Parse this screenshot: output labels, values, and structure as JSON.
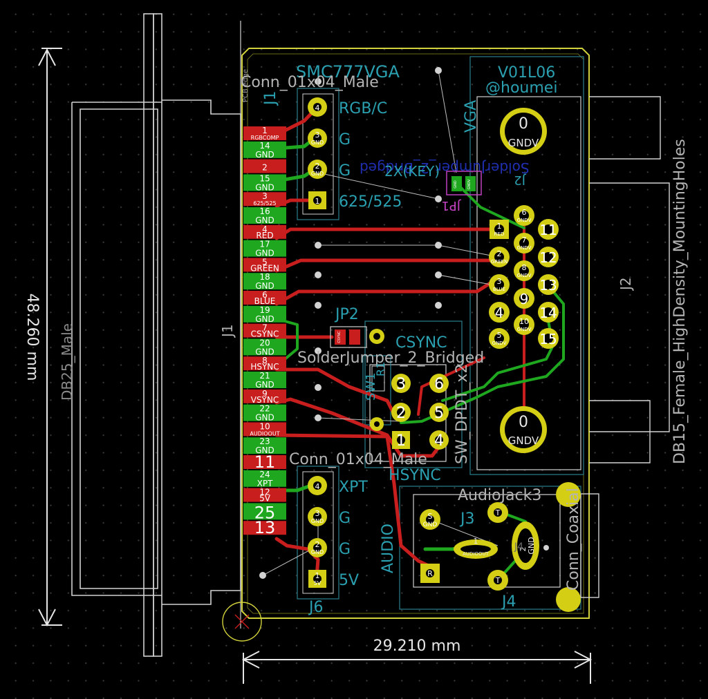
{
  "colors": {
    "background": "#000000",
    "edge_cuts": "#d2d23a",
    "copper_top": "#c81e1e",
    "copper_bottom": "#1fa81f",
    "courtyard": "#d2d2d2",
    "silk": "#2aa0b0",
    "pad": "#d4cf14",
    "pad_hole": "#000000",
    "jumper_label": "#c040c0",
    "ref_gray": "#b4b4b4",
    "dim": "#e6e6e6"
  },
  "board": {
    "pcb_edge_label": "PCB edge",
    "title": "SMC777VGA",
    "version": "V01L06",
    "author": "@houmei",
    "vga_label": "VGA",
    "audio_label": "AUDIO",
    "solder_jumper_text": "SolderJumper_2_Bridged",
    "jumper_2x_text": "2X(KEY)"
  },
  "dimensions": {
    "height": "48.260 mm",
    "width": "29.210 mm"
  },
  "j1": {
    "ref": "J1",
    "value": "DB25_Male",
    "header_ref": "J1",
    "header_value": "Conn_01x04_Male",
    "pads": [
      {
        "num": "1",
        "net": "RGBCOMP",
        "layer": "top"
      },
      {
        "num": "14",
        "net": "GND",
        "layer": "bottom"
      },
      {
        "num": "2",
        "net": "",
        "layer": "top"
      },
      {
        "num": "15",
        "net": "GND",
        "layer": "bottom"
      },
      {
        "num": "3",
        "net": "625/525",
        "layer": "top"
      },
      {
        "num": "16",
        "net": "GND",
        "layer": "bottom"
      },
      {
        "num": "4",
        "net": "RED",
        "layer": "top"
      },
      {
        "num": "17",
        "net": "GND",
        "layer": "bottom"
      },
      {
        "num": "5",
        "net": "GREEN",
        "layer": "top"
      },
      {
        "num": "18",
        "net": "GND",
        "layer": "bottom"
      },
      {
        "num": "6",
        "net": "BLUE",
        "layer": "top"
      },
      {
        "num": "19",
        "net": "GND",
        "layer": "bottom"
      },
      {
        "num": "7",
        "net": "CSYNC",
        "layer": "top"
      },
      {
        "num": "20",
        "net": "GND",
        "layer": "bottom"
      },
      {
        "num": "8",
        "net": "HSYNC",
        "layer": "top"
      },
      {
        "num": "21",
        "net": "GND",
        "layer": "bottom"
      },
      {
        "num": "9",
        "net": "VSYNC",
        "layer": "top"
      },
      {
        "num": "22",
        "net": "GND",
        "layer": "bottom"
      },
      {
        "num": "10",
        "net": "AUDIOOUT",
        "layer": "top"
      },
      {
        "num": "23",
        "net": "GND",
        "layer": "bottom"
      },
      {
        "num": "11",
        "net": "",
        "layer": "top"
      },
      {
        "num": "24",
        "net": "XPT",
        "layer": "bottom"
      },
      {
        "num": "12",
        "net": "5V",
        "layer": "top"
      },
      {
        "num": "25",
        "net": "",
        "layer": "bottom"
      },
      {
        "num": "13",
        "net": "",
        "layer": "top"
      }
    ]
  },
  "header_top": {
    "labels": [
      "RGB/C",
      "G",
      "G",
      "625/525"
    ],
    "pins": [
      {
        "num": "4",
        "net": ""
      },
      {
        "num": "3",
        "net": "GND"
      },
      {
        "num": "2",
        "net": "GND"
      },
      {
        "num": "1",
        "net": ""
      }
    ]
  },
  "header_bottom": {
    "value": "Conn_01x04_Male",
    "ref": "J6",
    "labels": [
      "XPT",
      "G",
      "G",
      "5V"
    ],
    "pins": [
      {
        "num": "4",
        "net": ""
      },
      {
        "num": "3",
        "net": "GND"
      },
      {
        "num": "2",
        "net": "GND"
      },
      {
        "num": "1",
        "net": "5V"
      }
    ]
  },
  "jp1": {
    "ref": "JP1",
    "pads": [
      "GND",
      "GNDV"
    ]
  },
  "jp2": {
    "ref": "JP2",
    "pads": [
      "CSYNC",
      ""
    ]
  },
  "switch": {
    "value": "SW_DPDT_x2",
    "ref": "SW1",
    "csync_label": "CSYNC",
    "hsync_label": "HSYNC",
    "pins": [
      "1",
      "2",
      "3",
      "4",
      "5",
      "6"
    ]
  },
  "resistor": {
    "ref": "R1"
  },
  "j2": {
    "ref": "J2",
    "value": "DB15_Female_HighDensity_MountingHoles",
    "mount_pads": [
      {
        "num": "0",
        "net": "GNDV"
      },
      {
        "num": "0",
        "net": "GNDV"
      }
    ],
    "pins": [
      {
        "num": "1",
        "net": "RED"
      },
      {
        "num": "2",
        "net": "GREEN"
      },
      {
        "num": "3",
        "net": "BLUE"
      },
      {
        "num": "4",
        "net": ""
      },
      {
        "num": "5",
        "net": "GNDV"
      },
      {
        "num": "6",
        "net": "GNDV"
      },
      {
        "num": "7",
        "net": "GNDV"
      },
      {
        "num": "8",
        "net": "GNDV"
      },
      {
        "num": "9",
        "net": ""
      },
      {
        "num": "10",
        "net": "GNDV"
      },
      {
        "num": "11",
        "net": ""
      },
      {
        "num": "12",
        "net": ""
      },
      {
        "num": "13",
        "net": ""
      },
      {
        "num": "14",
        "net": ""
      },
      {
        "num": "15",
        "net": ""
      }
    ]
  },
  "audio": {
    "jack_value": "AudioJack3",
    "coax_value": "Conn_Coaxial",
    "j3_ref": "J3",
    "j4_ref": "J4",
    "j4_ghost": "J4",
    "pads": [
      {
        "num": "S",
        "net": "GND"
      },
      {
        "num": "T",
        "net": ""
      },
      {
        "num": "R",
        "net": ""
      },
      {
        "num": "1",
        "net": "AUDIOOUT"
      },
      {
        "num": "2",
        "net": "GND"
      }
    ]
  }
}
